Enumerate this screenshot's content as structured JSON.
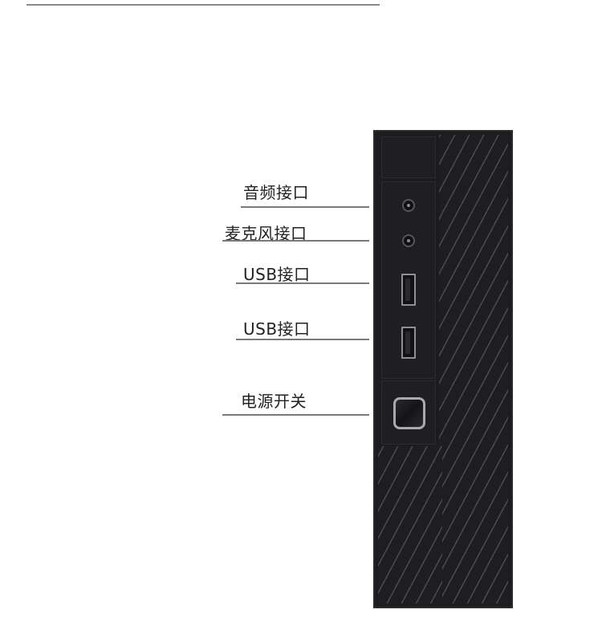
{
  "callouts": [
    {
      "id": "audio",
      "label": "音频接口"
    },
    {
      "id": "mic",
      "label": "麦克风接口"
    },
    {
      "id": "usb1",
      "label": "USB接口"
    },
    {
      "id": "usb2",
      "label": "USB接口"
    },
    {
      "id": "power",
      "label": "电源开关"
    }
  ],
  "colors": {
    "device_body": "#1c1c1e",
    "stripe": "#4a4a4f",
    "leader_line": "#7a7a7a",
    "label_text": "#222222"
  }
}
